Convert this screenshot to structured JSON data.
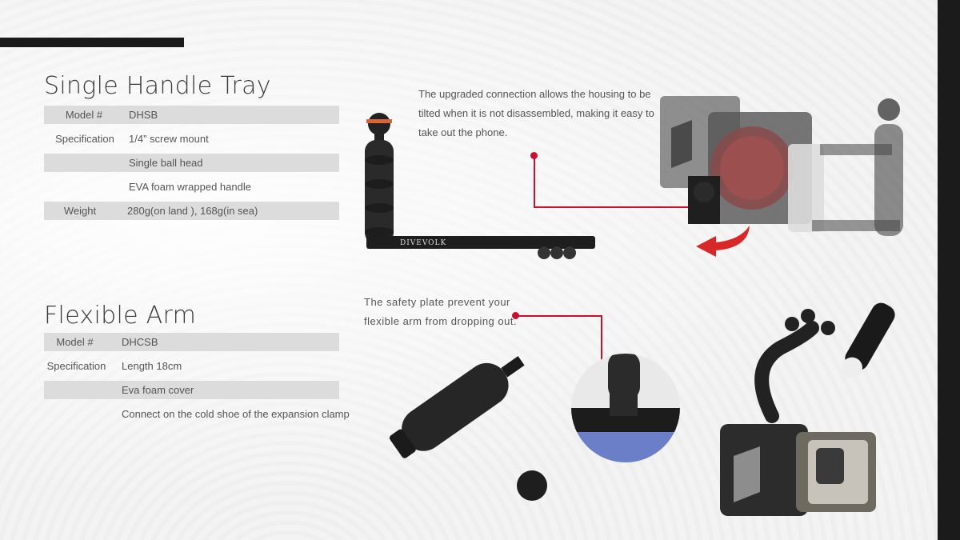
{
  "sections": {
    "tray": {
      "title": "Single Handle Tray",
      "rows": [
        {
          "label": "Model #",
          "value": "DHSB"
        },
        {
          "label": "Specification",
          "value": "1/4”  screw mount"
        },
        {
          "label": "",
          "value": "Single ball head"
        },
        {
          "label": "",
          "value": "EVA foam wrapped handle"
        },
        {
          "label": "Weight",
          "value": "280g(on land ), 168g(in sea)"
        }
      ]
    },
    "arm": {
      "title": "Flexible Arm",
      "rows": [
        {
          "label": "Model #",
          "value": "DHCSB"
        },
        {
          "label": "Specification",
          "value": "Length 18cm"
        },
        {
          "label": "",
          "value": "Eva foam cover"
        },
        {
          "label": "",
          "value": "Connect on the cold shoe of the expansion clamp"
        }
      ]
    }
  },
  "notes": {
    "tray_note": [
      "The upgraded connection allows the housing to be",
      "tilted when it is not disassembled, making it easy to",
      "take out the phone."
    ],
    "arm_note": [
      "The safety plate prevent your",
      "flexible arm from dropping out."
    ]
  },
  "brand": {
    "name": "DIVEVOLK"
  },
  "colors": {
    "accent": "#c8102e",
    "bar": "#1a1a1a",
    "shade": "#dcdcdc"
  }
}
